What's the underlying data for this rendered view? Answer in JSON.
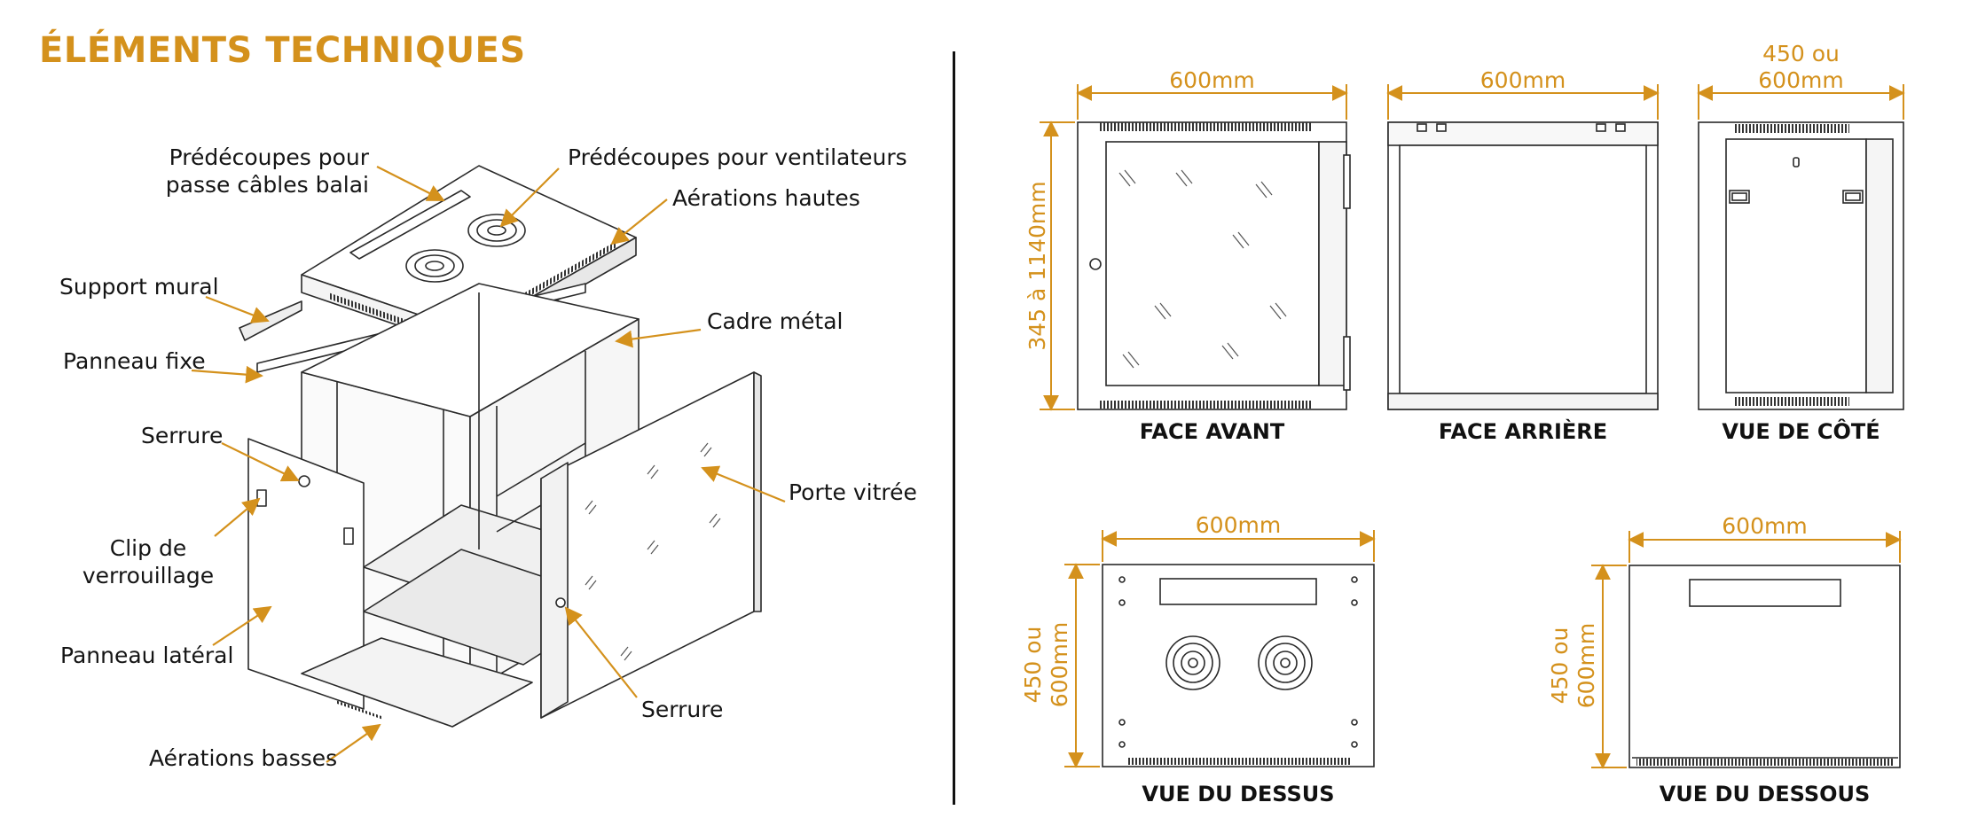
{
  "title": "ÉLÉMENTS TECHNIQUES",
  "colors": {
    "accent": "#d4911c",
    "line": "#2a2a2a"
  },
  "labels": {
    "predecoupes_passe_1": "Prédécoupes pour",
    "predecoupes_passe_2": "passe câbles balai",
    "predecoupes_ventil": "Prédécoupes pour ventilateurs",
    "aerations_hautes": "Aérations hautes",
    "support_mural": "Support mural",
    "cadre_metal": "Cadre métal",
    "panneau_fixe": "Panneau fixe",
    "serrure_left": "Serrure",
    "porte_vitree": "Porte vitrée",
    "clip_1": "Clip de",
    "clip_2": "verrouillage",
    "panneau_lateral": "Panneau latéral",
    "serrure_right": "Serrure",
    "aerations_basses": "Aérations basses"
  },
  "views": {
    "face_avant": {
      "caption": "FACE AVANT",
      "width": "600mm",
      "height": "345 à 1140mm"
    },
    "face_arriere": {
      "caption": "FACE ARRIÈRE",
      "width": "600mm"
    },
    "vue_cote": {
      "caption": "VUE DE CÔTÉ",
      "width_1": "450 ou",
      "width_2": "600mm"
    },
    "vue_dessus": {
      "caption": "VUE DU DESSUS",
      "width": "600mm",
      "depth_1": "450 ou",
      "depth_2": "600mm"
    },
    "vue_dessous": {
      "caption": "VUE DU DESSOUS",
      "width": "600mm",
      "depth_1": "450 ou",
      "depth_2": "600mm"
    }
  }
}
